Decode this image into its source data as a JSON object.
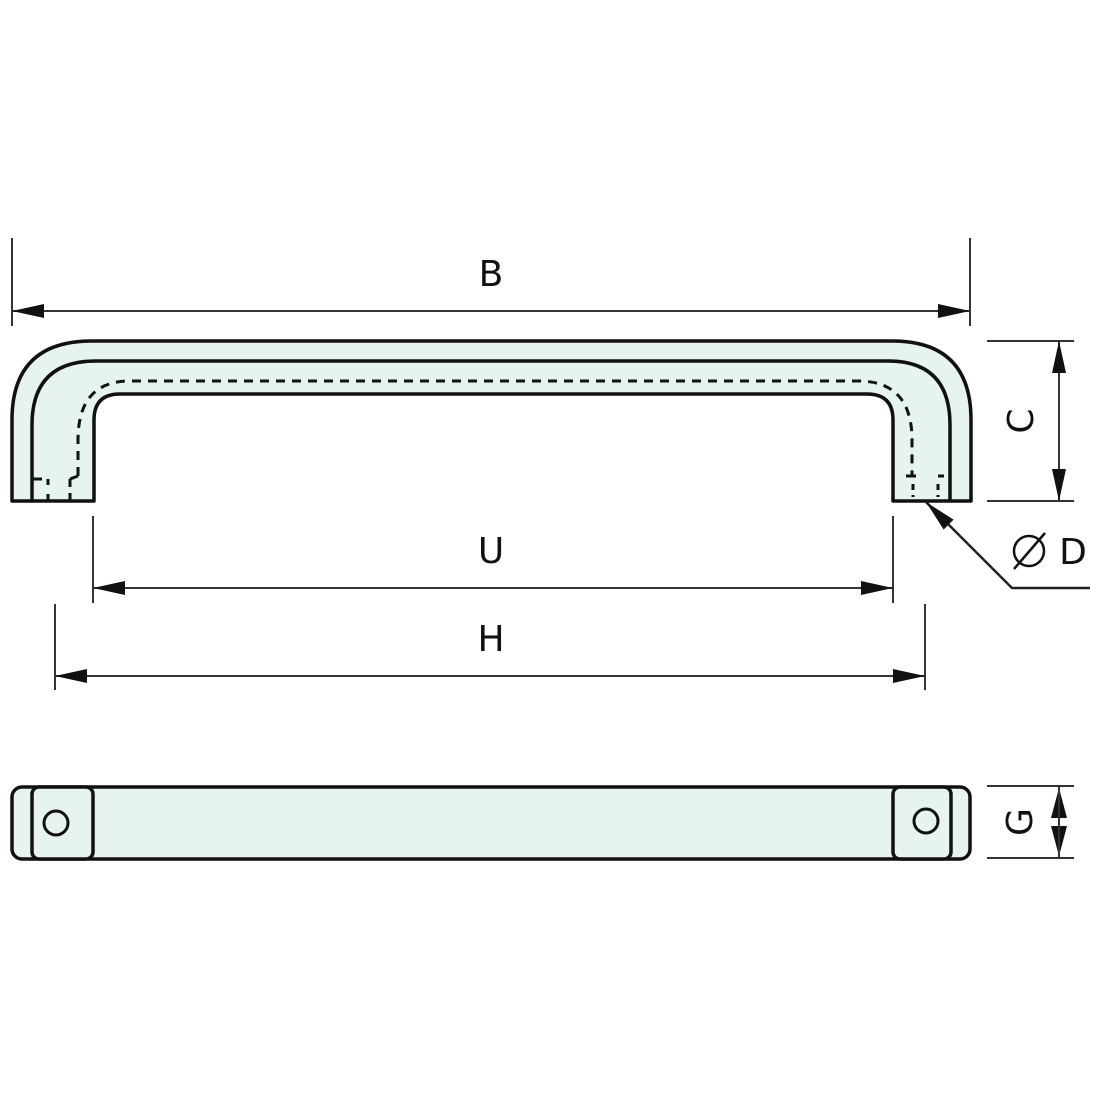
{
  "diagram": {
    "type": "technical drawing of U-shaped cabinet pull handle",
    "colors": {
      "outline": "#111111",
      "fill": "#e6f3f1",
      "dimension_line": "#222222"
    },
    "front_view": {
      "dimensions": {
        "B": "B",
        "C": "C",
        "D": "D",
        "D_symbol": "⌀",
        "U": "U",
        "H": "H"
      }
    },
    "top_view": {
      "dimensions": {
        "G": "G"
      }
    }
  }
}
